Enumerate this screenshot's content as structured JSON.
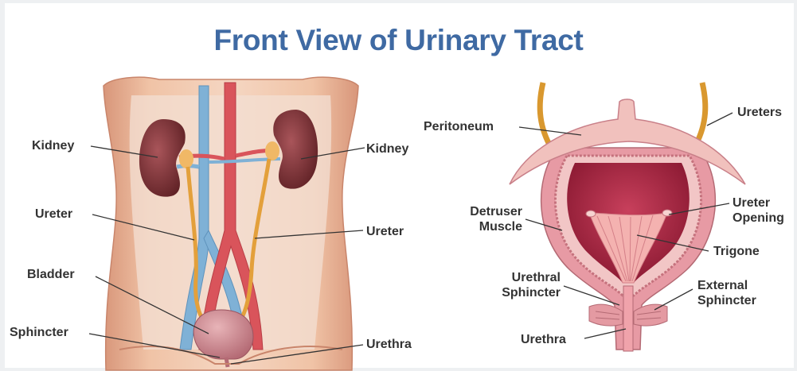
{
  "title": "Front View of Urinary Tract",
  "left_diagram": {
    "labels": {
      "kidney_left": "Kidney",
      "kidney_right": "Kidney",
      "ureter_left": "Ureter",
      "ureter_right": "Ureter",
      "bladder": "Bladder",
      "sphincter": "Sphincter",
      "urethra": "Urethra"
    }
  },
  "right_diagram": {
    "labels": {
      "peritoneum": "Peritoneum",
      "ureters": "Ureters",
      "detruser_muscle": "Detruser Muscle",
      "ureter_opening": "Ureter Opening",
      "trigone": "Trigone",
      "urethral_sphincter": "Urethral Sphincter",
      "external_sphincter": "External Sphincter",
      "urethra": "Urethra"
    }
  },
  "colors": {
    "title": "#3f6aa3",
    "skin": "#e7b08f",
    "kidney": "#7e3236",
    "artery": "#d9545b",
    "vein": "#7fb1d6",
    "ureter": "#e3a03b",
    "bladder": "#c98089",
    "bladder_wall": "#e79aa4",
    "bladder_inner": "#a2243f"
  }
}
